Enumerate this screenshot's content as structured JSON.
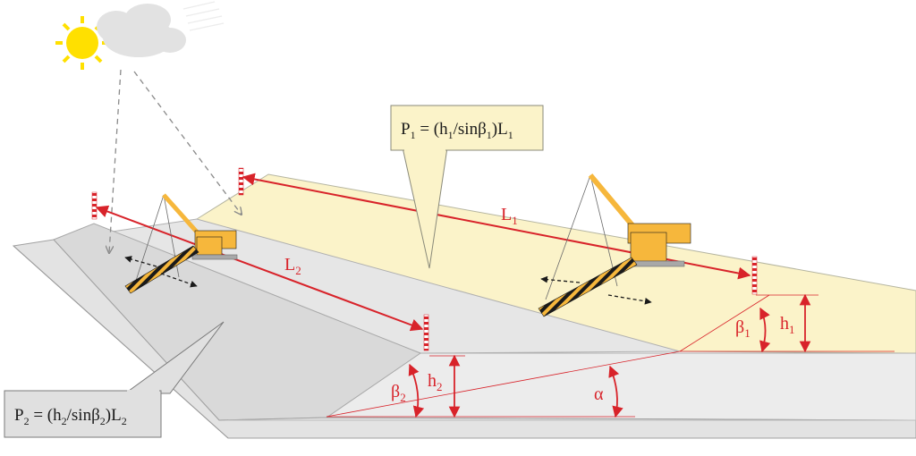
{
  "labels": {
    "p1_formula": "P",
    "p1_sub": "1",
    "p1_rest_a": " = (h",
    "p1_rest_sub1": "1",
    "p1_rest_b": "/sinβ",
    "p1_rest_sub2": "1",
    "p1_rest_c": ")L",
    "p1_rest_sub3": "1",
    "p2_formula": "P",
    "p2_sub": "2",
    "p2_rest_a": " = (h",
    "p2_rest_sub1": "2",
    "p2_rest_b": "/sinβ",
    "p2_rest_sub2": "2",
    "p2_rest_c": ")L",
    "p2_rest_sub3": "2",
    "L1": "L",
    "L1_sub": "1",
    "L2": "L",
    "L2_sub": "2",
    "h1": "h",
    "h1_sub": "1",
    "h2": "h",
    "h2_sub": "2",
    "beta1": "β",
    "beta1_sub": "1",
    "beta2": "β",
    "beta2_sub": "2",
    "alpha": "α"
  },
  "colors": {
    "upper_bench": "#fbf3c9",
    "lower_bench": "#e9e9e9",
    "slope_face": "#dcdcdc",
    "dim_red": "#d8232a",
    "machine": "#f6b73c",
    "sun": "#ffe000"
  }
}
